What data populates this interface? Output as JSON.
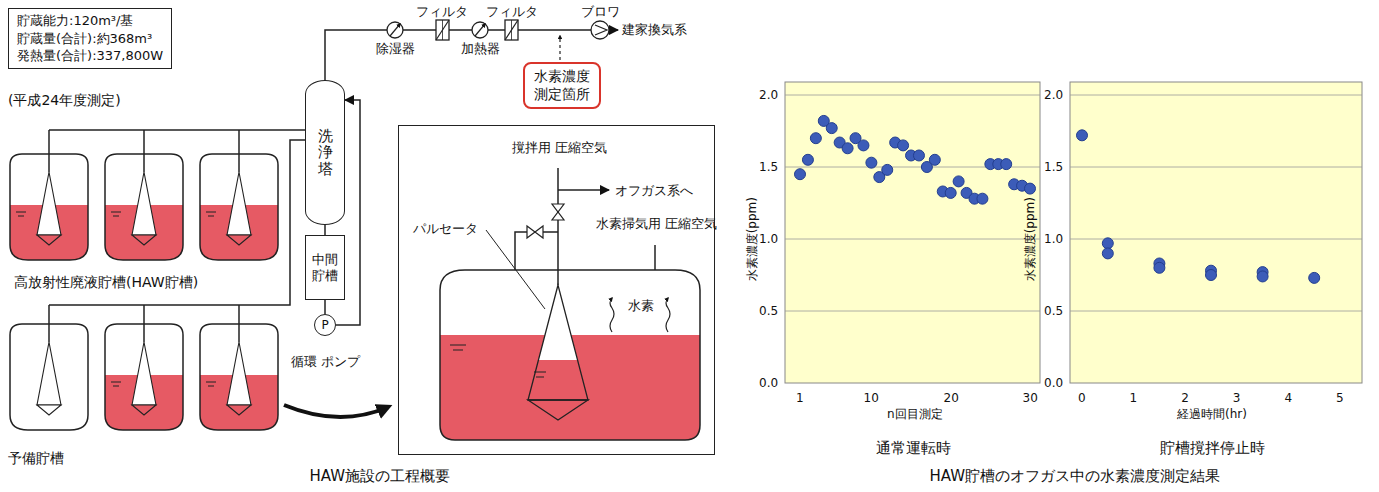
{
  "diagram": {
    "nodes": [
      {
        "text": [
          "貯蔵能力:120m³/基",
          "貯蔵量(合計):約368m³",
          "発熱量(合計):337,800W"
        ]
      },
      {
        "text": [
          "洗浄塔"
        ]
      },
      {
        "text": [
          "中間 貯槽"
        ]
      },
      {
        "text": [
          "P"
        ]
      },
      {
        "text": [
          "水素濃度 測定箇所"
        ]
      },
      {
        "text": [
          "撹拌用 圧縮空気",
          "オフガス系へ",
          "パルセータ",
          "水素掃気用 圧縮空気",
          "水素"
        ]
      }
    ],
    "edges": [
      {
        "from": 1,
        "to": 2,
        "arrow": "none"
      },
      {
        "from": 2,
        "to": 3,
        "arrow": "none"
      },
      {
        "from": 3,
        "to": 1,
        "arrow": "to"
      }
    ],
    "labels": [
      "(平成24年度測定)",
      "高放射性廃液貯槽(HAW貯槽)",
      "予備貯槽",
      "循環 ポンプ",
      "除湿器",
      "フィルタ",
      "加熱器",
      "フィルタ",
      "ブロワ",
      "建家換気系",
      "HAW施設の工程概要",
      "2.0",
      "1.5",
      "1.0",
      "0.5",
      "0.0",
      "水素濃度(ppm)",
      "1",
      "10",
      "20",
      "30",
      "n回目測定",
      "通常運転時",
      "2.0",
      "1.5",
      "1.0",
      "0.5",
      "0.0",
      "水素濃度(ppm)",
      "0",
      "1",
      "2",
      "3",
      "4",
      "5",
      "経過時間(hr)",
      "貯槽撹拌停止時",
      "HAW貯槽のオフガス中の水素濃度測定結果"
    ]
  }
}
